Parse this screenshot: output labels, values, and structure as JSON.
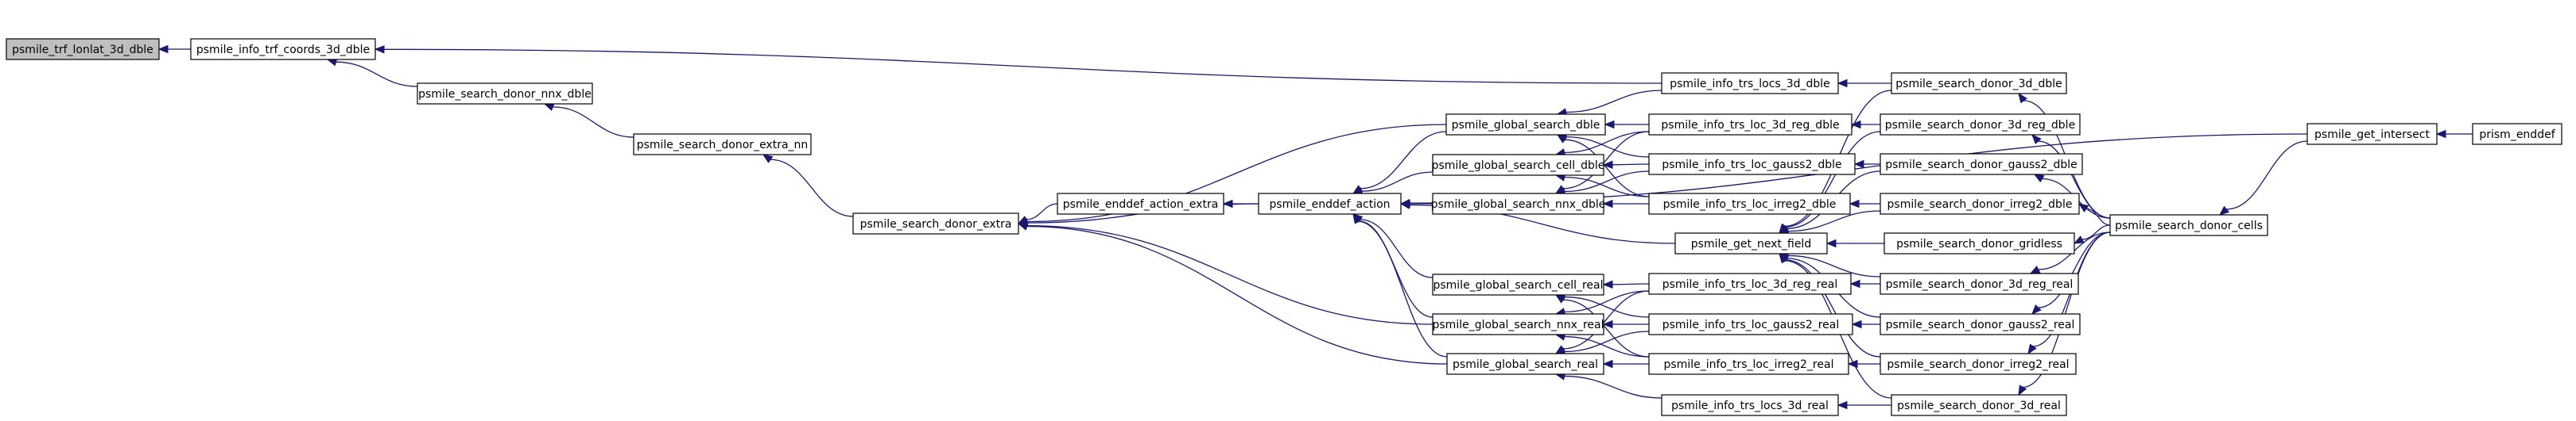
{
  "diagram": {
    "type": "call-graph",
    "colors": {
      "edge": "#191970",
      "node_border": "#000000",
      "node_fill": "#ffffff",
      "highlight_fill": "#bfbfbf"
    },
    "nodes": [
      {
        "id": "trf_lonlat",
        "label": "psmile_trf_lonlat_3d_dble",
        "highlight": true
      },
      {
        "id": "info_trf_coords",
        "label": "psmile_info_trf_coords_3d_dble"
      },
      {
        "id": "sd_nnx_dble",
        "label": "psmile_search_donor_nnx_dble"
      },
      {
        "id": "sd_extra_nn",
        "label": "psmile_search_donor_extra_nn"
      },
      {
        "id": "sd_extra",
        "label": "psmile_search_donor_extra"
      },
      {
        "id": "enddef_action_extra",
        "label": "psmile_enddef_action_extra"
      },
      {
        "id": "enddef_action",
        "label": "psmile_enddef_action"
      },
      {
        "id": "gs_dble",
        "label": "psmile_global_search_dble"
      },
      {
        "id": "gs_cell_dble",
        "label": "psmile_global_search_cell_dble"
      },
      {
        "id": "gs_nnx_dble",
        "label": "psmile_global_search_nnx_dble"
      },
      {
        "id": "gs_cell_real",
        "label": "psmile_global_search_cell_real"
      },
      {
        "id": "gs_nnx_real",
        "label": "psmile_global_search_nnx_real"
      },
      {
        "id": "gs_real",
        "label": "psmile_global_search_real"
      },
      {
        "id": "trs_locs_3d_dble",
        "label": "psmile_info_trs_locs_3d_dble"
      },
      {
        "id": "trs_loc_3d_reg_dble",
        "label": "psmile_info_trs_loc_3d_reg_dble"
      },
      {
        "id": "trs_loc_gauss2_dble",
        "label": "psmile_info_trs_loc_gauss2_dble"
      },
      {
        "id": "trs_loc_irreg2_dble",
        "label": "psmile_info_trs_loc_irreg2_dble"
      },
      {
        "id": "get_next_field",
        "label": "psmile_get_next_field"
      },
      {
        "id": "trs_loc_3d_reg_real",
        "label": "psmile_info_trs_loc_3d_reg_real"
      },
      {
        "id": "trs_loc_gauss2_real",
        "label": "psmile_info_trs_loc_gauss2_real"
      },
      {
        "id": "trs_loc_irreg2_real",
        "label": "psmile_info_trs_loc_irreg2_real"
      },
      {
        "id": "trs_locs_3d_real",
        "label": "psmile_info_trs_locs_3d_real"
      },
      {
        "id": "sd_3d_dble",
        "label": "psmile_search_donor_3d_dble"
      },
      {
        "id": "sd_3d_reg_dble",
        "label": "psmile_search_donor_3d_reg_dble"
      },
      {
        "id": "sd_gauss2_dble",
        "label": "psmile_search_donor_gauss2_dble"
      },
      {
        "id": "sd_irreg2_dble",
        "label": "psmile_search_donor_irreg2_dble"
      },
      {
        "id": "sd_gridless",
        "label": "psmile_search_donor_gridless"
      },
      {
        "id": "sd_3d_reg_real",
        "label": "psmile_search_donor_3d_reg_real"
      },
      {
        "id": "sd_gauss2_real",
        "label": "psmile_search_donor_gauss2_real"
      },
      {
        "id": "sd_irreg2_real",
        "label": "psmile_search_donor_irreg2_real"
      },
      {
        "id": "sd_3d_real",
        "label": "psmile_search_donor_3d_real"
      },
      {
        "id": "sd_cells",
        "label": "psmile_search_donor_cells"
      },
      {
        "id": "get_intersect",
        "label": "psmile_get_intersect"
      },
      {
        "id": "prism_enddef",
        "label": "prism_enddef"
      }
    ],
    "edges": [
      {
        "from": "info_trf_coords",
        "to": "trf_lonlat"
      },
      {
        "from": "sd_nnx_dble",
        "to": "info_trf_coords"
      },
      {
        "from": "trs_locs_3d_dble",
        "to": "info_trf_coords"
      },
      {
        "from": "sd_extra_nn",
        "to": "sd_nnx_dble"
      },
      {
        "from": "sd_extra",
        "to": "sd_extra_nn"
      },
      {
        "from": "enddef_action_extra",
        "to": "sd_extra"
      },
      {
        "from": "enddef_action",
        "to": "sd_extra"
      },
      {
        "from": "gs_dble",
        "to": "sd_extra"
      },
      {
        "from": "gs_nnx_real",
        "to": "sd_extra"
      },
      {
        "from": "gs_real",
        "to": "sd_extra"
      },
      {
        "from": "enddef_action",
        "to": "enddef_action_extra"
      },
      {
        "from": "get_intersect",
        "to": "enddef_action"
      },
      {
        "from": "get_next_field",
        "to": "enddef_action"
      },
      {
        "from": "gs_dble",
        "to": "enddef_action"
      },
      {
        "from": "gs_cell_dble",
        "to": "enddef_action"
      },
      {
        "from": "gs_nnx_dble",
        "to": "enddef_action"
      },
      {
        "from": "gs_cell_real",
        "to": "enddef_action"
      },
      {
        "from": "gs_nnx_real",
        "to": "enddef_action"
      },
      {
        "from": "gs_real",
        "to": "enddef_action"
      },
      {
        "from": "trs_loc_3d_reg_dble",
        "to": "gs_dble"
      },
      {
        "from": "trs_loc_gauss2_dble",
        "to": "gs_dble"
      },
      {
        "from": "trs_loc_irreg2_dble",
        "to": "gs_dble"
      },
      {
        "from": "trs_locs_3d_dble",
        "to": "gs_dble"
      },
      {
        "from": "trs_loc_3d_reg_dble",
        "to": "gs_cell_dble"
      },
      {
        "from": "trs_loc_gauss2_dble",
        "to": "gs_cell_dble"
      },
      {
        "from": "trs_loc_irreg2_dble",
        "to": "gs_cell_dble"
      },
      {
        "from": "trs_loc_3d_reg_dble",
        "to": "gs_nnx_dble"
      },
      {
        "from": "trs_loc_gauss2_dble",
        "to": "gs_nnx_dble"
      },
      {
        "from": "trs_loc_irreg2_dble",
        "to": "gs_nnx_dble"
      },
      {
        "from": "trs_loc_3d_reg_real",
        "to": "gs_cell_real"
      },
      {
        "from": "trs_loc_gauss2_real",
        "to": "gs_cell_real"
      },
      {
        "from": "trs_loc_irreg2_real",
        "to": "gs_cell_real"
      },
      {
        "from": "trs_loc_3d_reg_real",
        "to": "gs_nnx_real"
      },
      {
        "from": "trs_loc_gauss2_real",
        "to": "gs_nnx_real"
      },
      {
        "from": "trs_loc_irreg2_real",
        "to": "gs_nnx_real"
      },
      {
        "from": "trs_loc_3d_reg_real",
        "to": "gs_real"
      },
      {
        "from": "trs_loc_gauss2_real",
        "to": "gs_real"
      },
      {
        "from": "trs_loc_irreg2_real",
        "to": "gs_real"
      },
      {
        "from": "trs_locs_3d_real",
        "to": "gs_real"
      },
      {
        "from": "sd_3d_dble",
        "to": "trs_locs_3d_dble"
      },
      {
        "from": "sd_3d_reg_dble",
        "to": "trs_loc_3d_reg_dble"
      },
      {
        "from": "sd_gauss2_dble",
        "to": "trs_loc_gauss2_dble"
      },
      {
        "from": "sd_irreg2_dble",
        "to": "trs_loc_irreg2_dble"
      },
      {
        "from": "sd_3d_reg_real",
        "to": "trs_loc_3d_reg_real"
      },
      {
        "from": "sd_gauss2_real",
        "to": "trs_loc_gauss2_real"
      },
      {
        "from": "sd_irreg2_real",
        "to": "trs_loc_irreg2_real"
      },
      {
        "from": "sd_3d_real",
        "to": "trs_locs_3d_real"
      },
      {
        "from": "sd_3d_dble",
        "to": "get_next_field"
      },
      {
        "from": "sd_3d_reg_dble",
        "to": "get_next_field"
      },
      {
        "from": "sd_gauss2_dble",
        "to": "get_next_field"
      },
      {
        "from": "sd_irreg2_dble",
        "to": "get_next_field"
      },
      {
        "from": "sd_gridless",
        "to": "get_next_field"
      },
      {
        "from": "sd_3d_reg_real",
        "to": "get_next_field"
      },
      {
        "from": "sd_gauss2_real",
        "to": "get_next_field"
      },
      {
        "from": "sd_irreg2_real",
        "to": "get_next_field"
      },
      {
        "from": "sd_3d_real",
        "to": "get_next_field"
      },
      {
        "from": "sd_cells",
        "to": "sd_3d_dble"
      },
      {
        "from": "sd_cells",
        "to": "sd_3d_reg_dble"
      },
      {
        "from": "sd_cells",
        "to": "sd_gauss2_dble"
      },
      {
        "from": "sd_cells",
        "to": "sd_irreg2_dble"
      },
      {
        "from": "sd_cells",
        "to": "sd_gridless"
      },
      {
        "from": "sd_cells",
        "to": "sd_3d_reg_real"
      },
      {
        "from": "sd_cells",
        "to": "sd_gauss2_real"
      },
      {
        "from": "sd_cells",
        "to": "sd_irreg2_real"
      },
      {
        "from": "sd_cells",
        "to": "sd_3d_real"
      },
      {
        "from": "get_intersect",
        "to": "sd_cells"
      },
      {
        "from": "prism_enddef",
        "to": "get_intersect"
      }
    ]
  }
}
